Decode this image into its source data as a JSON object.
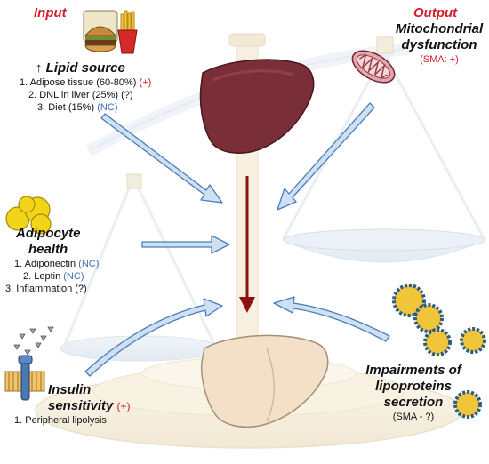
{
  "headers": {
    "input": "Input",
    "output": "Output"
  },
  "lipid_source": {
    "arrow_symbol": "↑",
    "title": "Lipid source",
    "items": [
      {
        "text": "1. Adipose tissue (60-80%)",
        "tag": "(+)"
      },
      {
        "text": "2. DNL in liver (25%) (?)",
        "tag": ""
      },
      {
        "text": "3. Diet (15%)",
        "tag": "(NC)"
      }
    ]
  },
  "adipocyte": {
    "title_line1": "Adipocyte",
    "title_line2": "health",
    "items": [
      {
        "text": "1.  Adiponectin",
        "tag": "(NC)"
      },
      {
        "text": "2.  Leptin",
        "tag": "(NC)"
      },
      {
        "text": "3. Inflammation (?)",
        "tag": ""
      }
    ]
  },
  "insulin": {
    "title_line1": "Insulin",
    "title_line2": "sensitivity",
    "title_tag": "(+)",
    "items": [
      {
        "text": "1. Peripheral lipolysis"
      }
    ]
  },
  "mito": {
    "title_line1": "Mitochondrial",
    "title_line2": "dysfunction",
    "note": "(SMA: +)"
  },
  "lipoprotein": {
    "title_line1": "Impairments of",
    "title_line2": "lipoproteins",
    "title_line3": "secretion",
    "note": "(SMA - ?)"
  },
  "icons": {
    "food": "burger-fries-icon",
    "mitochondrion": "mitochondrion-icon",
    "fat_droplets": "fat-droplets-icon",
    "receptor": "insulin-receptor-icon",
    "lipoprotein": "lipoprotein-particle-icon",
    "liver": "liver-icon"
  },
  "colors": {
    "header_red": "#d0202a",
    "tag_red": "#d0202a",
    "tag_blue": "#3f6fb0",
    "arrow_fill": "#cfe0f4",
    "arrow_stroke": "#4a7db8",
    "center_arrow": "#8e1010",
    "liver_dark": "#7a2e38",
    "liver_light": "#f4e0c8",
    "fat": "#f2d419"
  }
}
